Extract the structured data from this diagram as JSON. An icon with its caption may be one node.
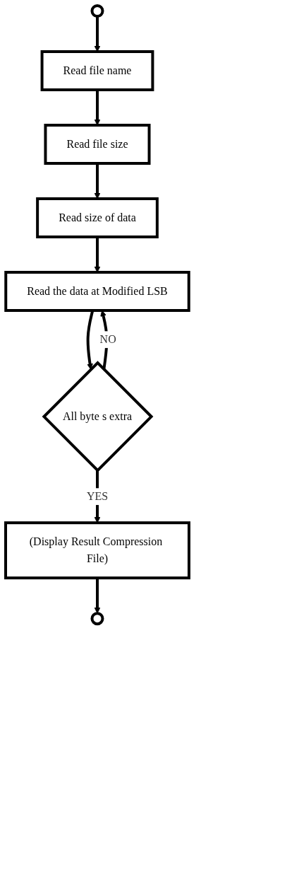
{
  "diagram": {
    "nodes": [
      {
        "text": [],
        "shape": "circle"
      },
      {
        "text": [
          "Read file name"
        ]
      },
      {
        "text": [
          "Read file size"
        ]
      },
      {
        "text": [
          "Read size of data"
        ]
      },
      {
        "text": [
          "Read the data at Modified LSB"
        ]
      },
      {
        "text": [
          "All byte s extra"
        ]
      },
      {
        "text": [
          "(Display Result Compression File)"
        ]
      },
      {
        "text": [],
        "shape": "circle"
      }
    ],
    "edges": [
      {
        "from": 0,
        "to": 1,
        "arrow": "to"
      },
      {
        "from": 1,
        "to": 2,
        "arrow": "to"
      },
      {
        "from": 2,
        "to": 3,
        "arrow": "to"
      },
      {
        "from": 3,
        "to": 4,
        "arrow": "to"
      },
      {
        "from": 4,
        "to": 5,
        "arrow": "to"
      },
      {
        "from": 5,
        "to": 4,
        "label": "NO",
        "arrow": "to"
      },
      {
        "from": 5,
        "to": 6,
        "label": "YES",
        "arrow": "to"
      },
      {
        "from": 6,
        "to": 7,
        "arrow": "to"
      }
    ]
  }
}
